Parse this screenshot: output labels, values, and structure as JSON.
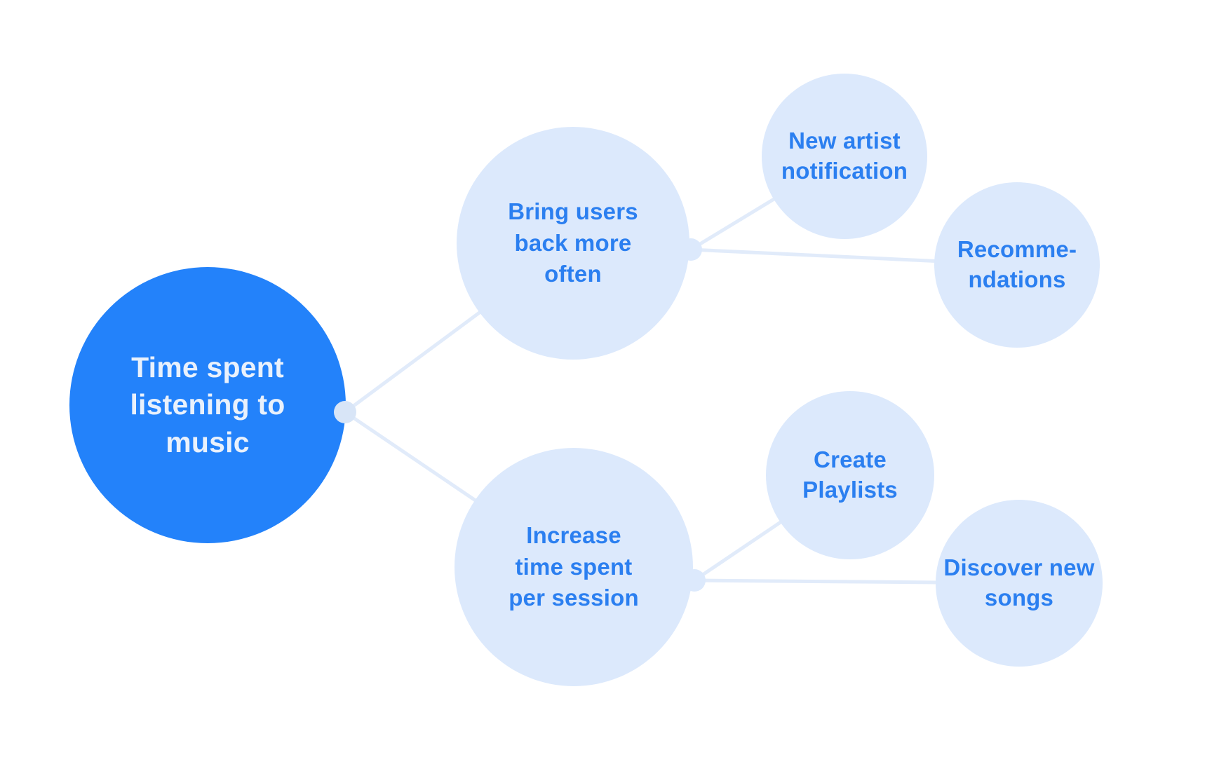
{
  "diagram": {
    "type": "mindmap",
    "root": {
      "label": "Time spent\nlistening to\nmusic"
    },
    "branches": [
      {
        "label": "Bring users\nback more\noften",
        "children": [
          {
            "label": "New artist\nnotification"
          },
          {
            "label": "Recomme-\nndations"
          }
        ]
      },
      {
        "label": "Increase\ntime spent\nper session",
        "children": [
          {
            "label": "Create\nPlaylists"
          },
          {
            "label": "Discover new\nsongs"
          }
        ]
      }
    ],
    "colors": {
      "root_fill": "#2382FA",
      "root_text": "#E9F1FC",
      "node_fill": "#DCE9FC",
      "node_text": "#2B7FF0",
      "connector_line": "#E1EBFA",
      "connector_dot": "#D8E5F7",
      "background": "#FFFFFF"
    }
  }
}
